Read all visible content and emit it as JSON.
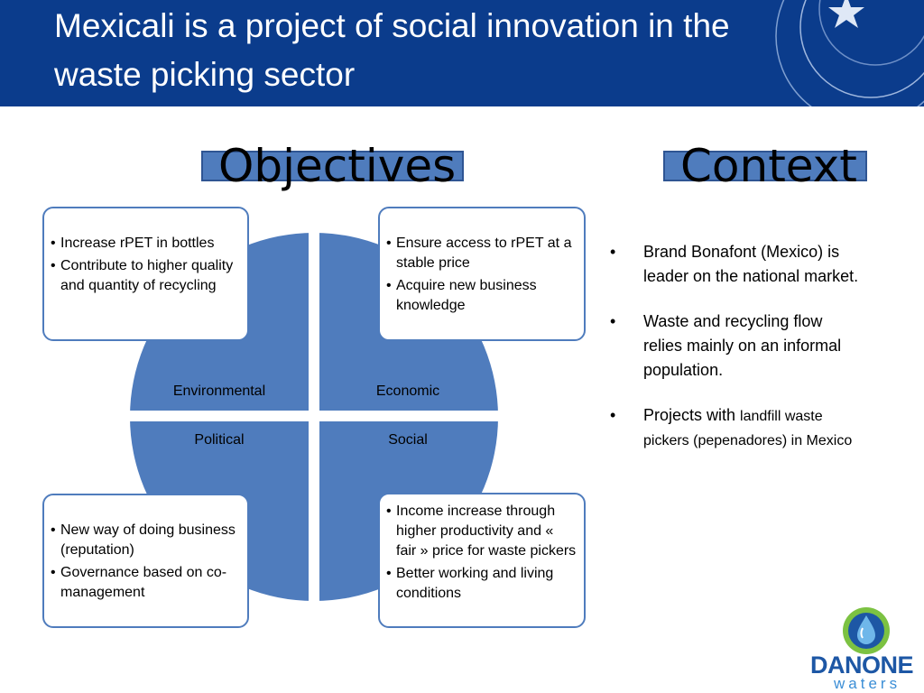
{
  "title": "Mexicali is a project of social innovation in the waste picking sector",
  "objectives": {
    "heading": "Objectives",
    "quadrants": {
      "environmental": {
        "label": "Environmental",
        "bullets": [
          "Increase rPET in bottles",
          "Contribute to higher quality and quantity of recycling"
        ]
      },
      "economic": {
        "label": "Economic",
        "bullets": [
          "Ensure access to rPET at a stable price",
          "Acquire new business knowledge"
        ]
      },
      "political": {
        "label": "Political",
        "bullets": [
          "New way of doing business (reputation)",
          "Governance based on co-management"
        ]
      },
      "social": {
        "label": "Social",
        "bullets": [
          "Income increase through higher productivity and « fair » price for waste pickers",
          "Better working and living conditions"
        ]
      }
    }
  },
  "context": {
    "heading": "Context",
    "items": [
      {
        "text": "Brand Bonafont (Mexico) is leader on the national market."
      },
      {
        "text": "Waste and recycling flow relies mainly on an informal population."
      },
      {
        "lead": "Projects with ",
        "text": "landfill waste pickers  (pepenadores) in Mexico"
      }
    ]
  },
  "logo": {
    "word": "DANONE",
    "sub": "waters",
    "icon": "water-drop-icon"
  },
  "colors": {
    "header": "#0b3c8c",
    "accent": "#4f7cbd",
    "logo_blue": "#1d57a5",
    "logo_green": "#7cc242"
  }
}
